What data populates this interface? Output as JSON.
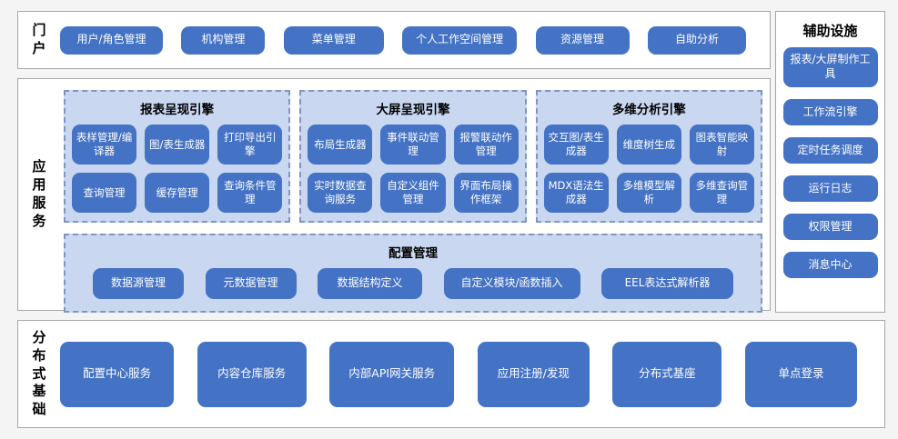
{
  "colors": {
    "button_blue": "#4472C4",
    "panel_fill": "#C9D7F0",
    "panel_dashed_border": "#8096BD",
    "section_bg": "#FFFFFF",
    "page_bg": "#F4F4F4"
  },
  "portal": {
    "label": "门户",
    "items": [
      "用户/角色管理",
      "机构管理",
      "菜单管理",
      "个人工作空间管理",
      "资源管理",
      "自助分析"
    ]
  },
  "aux": {
    "title": "辅助设施",
    "items": [
      "报表/大屏制作工具",
      "工作流引擎",
      "定时任务调度",
      "运行日志",
      "权限管理",
      "消息中心"
    ]
  },
  "app": {
    "label": "应用服务",
    "panels": [
      {
        "title": "报表呈现引擎",
        "items": [
          "表样管理/编译器",
          "图/表生成器",
          "打印导出引擎",
          "查询管理",
          "缓存管理",
          "查询条件管理"
        ]
      },
      {
        "title": "大屏呈现引擎",
        "items": [
          "布局生成器",
          "事件联动管理",
          "报警联动作管理",
          "实时数据查询服务",
          "自定义组件管理",
          "界面布局操作框架"
        ]
      },
      {
        "title": "多维分析引擎",
        "items": [
          "交互图/表生成器",
          "维度树生成",
          "图表智能映射",
          "MDX语法生成器",
          "多维模型解析",
          "多维查询管理"
        ]
      }
    ],
    "config": {
      "title": "配置管理",
      "items": [
        "数据源管理",
        "元数据管理",
        "数据结构定义",
        "自定义模块/函数插入",
        "EEL表达式解析器"
      ]
    }
  },
  "base": {
    "label": "分布式基础",
    "items": [
      "配置中心服务",
      "内容仓库服务",
      "内部API网关服务",
      "应用注册/发现",
      "分布式基座",
      "单点登录"
    ]
  }
}
